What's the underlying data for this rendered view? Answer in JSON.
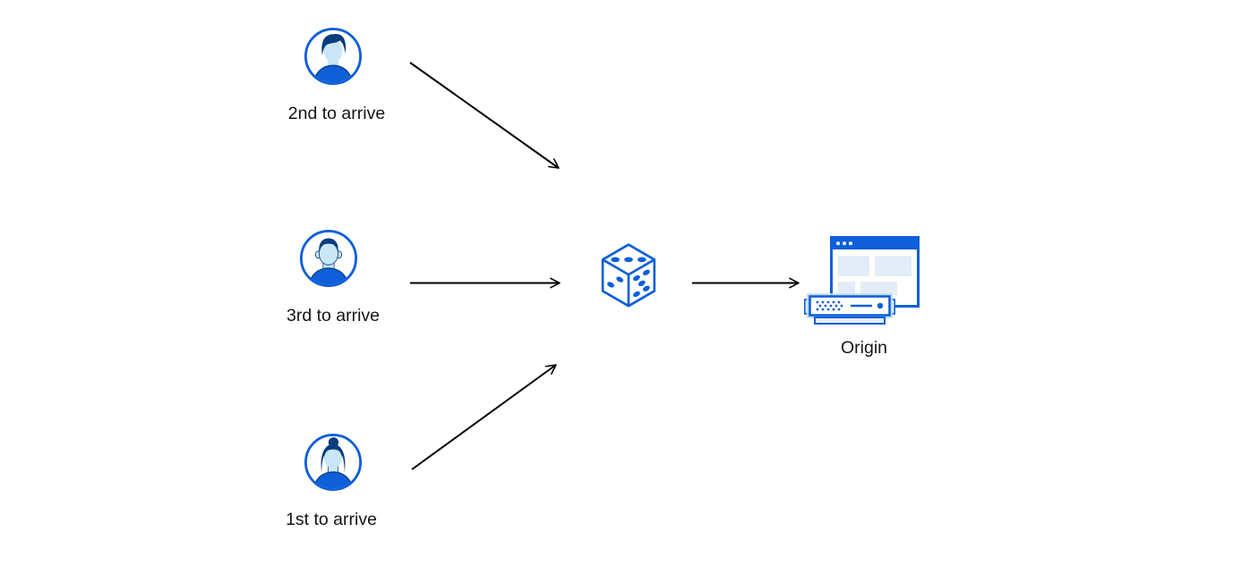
{
  "diagram": {
    "description": "Three visitors' requests go to a random selector (dice) which forwards one to the origin server",
    "nodes": {
      "visitor_second": {
        "label": "2nd to arrive",
        "icon": "user-avatar-man-swept-hair"
      },
      "visitor_third": {
        "label": "3rd to arrive",
        "icon": "user-avatar-man-short-hair"
      },
      "visitor_first": {
        "label": "1st to arrive",
        "icon": "user-avatar-woman-bun"
      },
      "random_selector": {
        "icon": "dice",
        "pips": {
          "top_face": 3,
          "left_face": 2,
          "right_face": 5
        }
      },
      "origin": {
        "label": "Origin",
        "icon": "browser-window-with-server"
      }
    },
    "edges": [
      {
        "from": "visitor_second",
        "to": "random_selector"
      },
      {
        "from": "visitor_third",
        "to": "random_selector"
      },
      {
        "from": "visitor_first",
        "to": "random_selector"
      },
      {
        "from": "random_selector",
        "to": "origin"
      }
    ],
    "colors": {
      "primary_blue": "#0E5FD9",
      "dark_navy": "#0B3D7E",
      "light_face_blue": "#C9E6F6",
      "pale_panel_blue": "#E2EDF9",
      "arrow_black": "#000000",
      "background": "#FFFFFF"
    }
  }
}
